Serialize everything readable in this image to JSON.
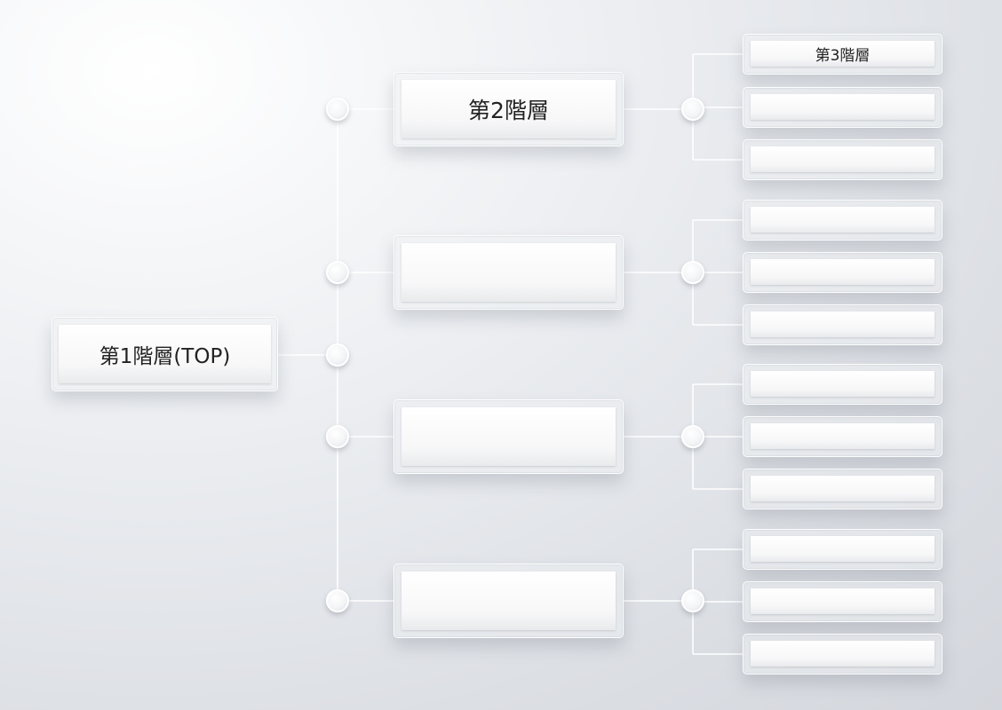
{
  "diagram": {
    "level1": {
      "label": "第1階層(TOP)"
    },
    "level2": [
      {
        "label": "第2階層",
        "children": [
          "第3階層",
          "",
          ""
        ]
      },
      {
        "label": "",
        "children": [
          "",
          "",
          ""
        ]
      },
      {
        "label": "",
        "children": [
          "",
          "",
          ""
        ]
      },
      {
        "label": "",
        "children": [
          "",
          "",
          ""
        ]
      }
    ]
  }
}
